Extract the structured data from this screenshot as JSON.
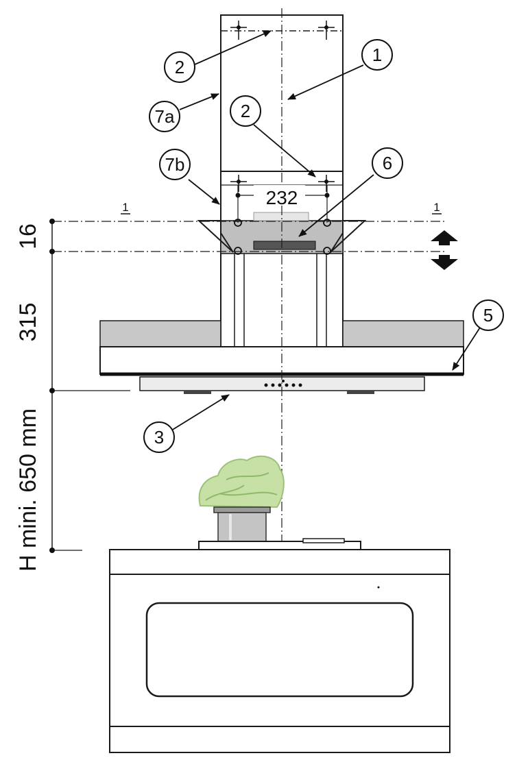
{
  "callouts": {
    "c1": "1",
    "c2a": "2",
    "c2b": "2",
    "c3": "3",
    "c5": "5",
    "c6": "6",
    "c7a": "7a",
    "c7b": "7b"
  },
  "dimensions": {
    "width_232": "232",
    "height_16": "16",
    "height_315": "315",
    "min_height": "H mini. 650 mm"
  },
  "section_marks": {
    "left": "1",
    "right": "1"
  },
  "colors": {
    "line": "#1a1a1a",
    "gray_panel": "#c8c8c8",
    "glass": "#e8e8e8",
    "lettuce": "#c6e0a6",
    "pot": "#bdbdbd"
  },
  "icons": [
    "up-down-arrow-icon",
    "screw-cross-icon"
  ]
}
